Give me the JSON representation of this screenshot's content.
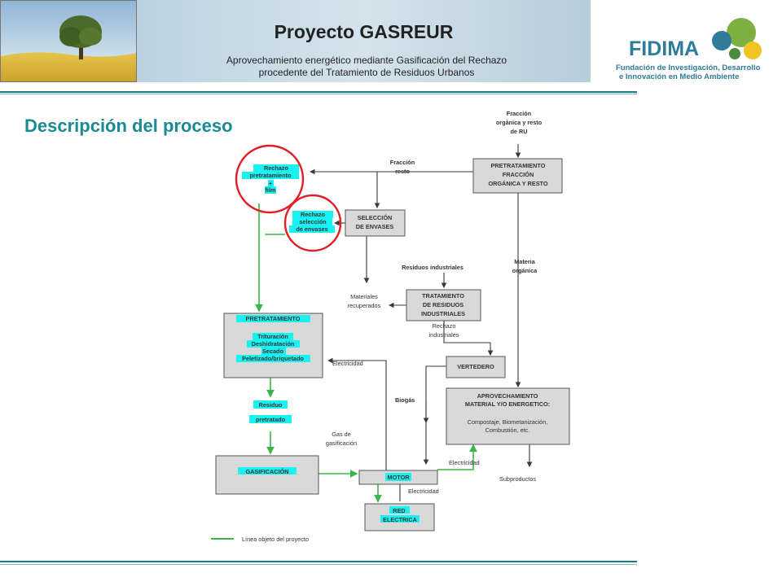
{
  "header": {
    "title": "Proyecto GASREUR",
    "subtitle_line1": "Aprovechamiento energético mediante Gasificación del Rechazo",
    "subtitle_line2": "procedente del Tratamiento  de Residuos Urbanos"
  },
  "logo": {
    "name": "FIDIMA",
    "tagline_line1": "Fundación de Investigación, Desarrollo",
    "tagline_line2": "e Innovación en Medio Ambiente",
    "colors": [
      "#2f7c9a",
      "#7db040",
      "#f3c323",
      "#4a8b3c"
    ]
  },
  "section": {
    "title": "Descripción del proceso"
  },
  "colors": {
    "green_line": "#3bb54a",
    "gray_line": "#3a3a3a",
    "box_fill": "#d9d9d9",
    "highlight": "#19f2f2",
    "circle": "#e21d24",
    "accent": "#1a8a93"
  },
  "diagram": {
    "top_input": [
      "Fracción",
      "orgánica y resto",
      "de RU"
    ],
    "box_pretratamiento_fraccion": [
      "PRETRATAMIENTO",
      "FRACCIÓN",
      "ORGÁNICA Y RESTO"
    ],
    "label_fraccion_resto": [
      "Fracción",
      "resto"
    ],
    "rechazo_pretratamiento": [
      "Rechazo",
      "pretratamiento",
      "+",
      "film"
    ],
    "rechazo_seleccion": [
      "Rechazo",
      "selección",
      "de envases"
    ],
    "box_seleccion": [
      "SELECCIÓN",
      "DE ENVASES"
    ],
    "label_residuos_industriales": "Residuos industriales",
    "label_materia_organica": [
      "Materia",
      "orgánica"
    ],
    "label_materiales_recuperados": [
      "Materiales",
      "recuperados"
    ],
    "box_tratamiento": [
      "TRATAMIENTO",
      "DE RESIDUOS",
      "INDUSTRIALES"
    ],
    "label_rechazo_industriales": [
      "Rechazo",
      "industriales"
    ],
    "box_pretratamiento": {
      "title": "PRETRATAMIENTO",
      "steps": [
        "Trituración",
        "Deshidratación",
        "Secado",
        "Peletizado/briquetado"
      ]
    },
    "label_electricidad_pretrat": "Electricidad",
    "box_vertedero": "VERTEDERO",
    "label_biogas": "Biogás",
    "box_aprovechamiento": {
      "title": [
        "APROVECHAMIENTO",
        "MATERIAL Y/O ENERGETICO:"
      ],
      "detail": [
        "Compostaje, Biometanización,",
        "Combustión, etc."
      ]
    },
    "residuo_pretratado": [
      "Residuo",
      "pretratado"
    ],
    "label_gas": [
      "Gas de",
      "gasificación"
    ],
    "box_gasificacion": "GASIFICACIÓN",
    "box_motor": "MOTOR",
    "label_electricidad_right": "Electricidad",
    "label_electricidad_bottom": "Electricidad",
    "label_subproductos": "Subproductos",
    "box_red": [
      "RED",
      "ELECTRICA"
    ],
    "legend": "Línea objeto del proyecto"
  }
}
